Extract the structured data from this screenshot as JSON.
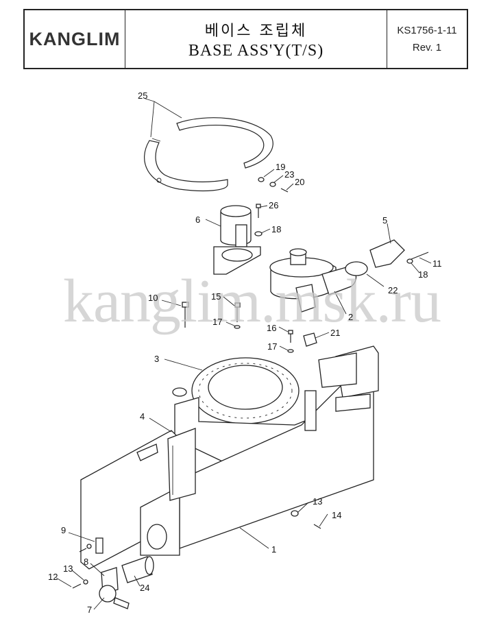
{
  "title_block": {
    "logo": "KANGLIM",
    "title_korean": "베이스 조립체",
    "title_english": "BASE ASS'Y(T/S)",
    "drawing_number": "KS1756-1-11",
    "revision": "Rev. 1"
  },
  "watermark": "kanglim.msk.ru",
  "callouts": [
    {
      "id": "c25",
      "label": "25"
    },
    {
      "id": "c19",
      "label": "19"
    },
    {
      "id": "c23",
      "label": "23"
    },
    {
      "id": "c20",
      "label": "20"
    },
    {
      "id": "c26",
      "label": "26"
    },
    {
      "id": "c6",
      "label": "6"
    },
    {
      "id": "c18a",
      "label": "18"
    },
    {
      "id": "c5",
      "label": "5"
    },
    {
      "id": "c11",
      "label": "11"
    },
    {
      "id": "c18b",
      "label": "18"
    },
    {
      "id": "c22",
      "label": "22"
    },
    {
      "id": "c10",
      "label": "10"
    },
    {
      "id": "c15",
      "label": "15"
    },
    {
      "id": "c2",
      "label": "2"
    },
    {
      "id": "c17a",
      "label": "17"
    },
    {
      "id": "c16",
      "label": "16"
    },
    {
      "id": "c21",
      "label": "21"
    },
    {
      "id": "c17b",
      "label": "17"
    },
    {
      "id": "c3",
      "label": "3"
    },
    {
      "id": "c4",
      "label": "4"
    },
    {
      "id": "c13a",
      "label": "13"
    },
    {
      "id": "c14",
      "label": "14"
    },
    {
      "id": "c9",
      "label": "9"
    },
    {
      "id": "c1",
      "label": "1"
    },
    {
      "id": "c8",
      "label": "8"
    },
    {
      "id": "c13b",
      "label": "13"
    },
    {
      "id": "c12",
      "label": "12"
    },
    {
      "id": "c24",
      "label": "24"
    },
    {
      "id": "c7",
      "label": "7"
    }
  ]
}
